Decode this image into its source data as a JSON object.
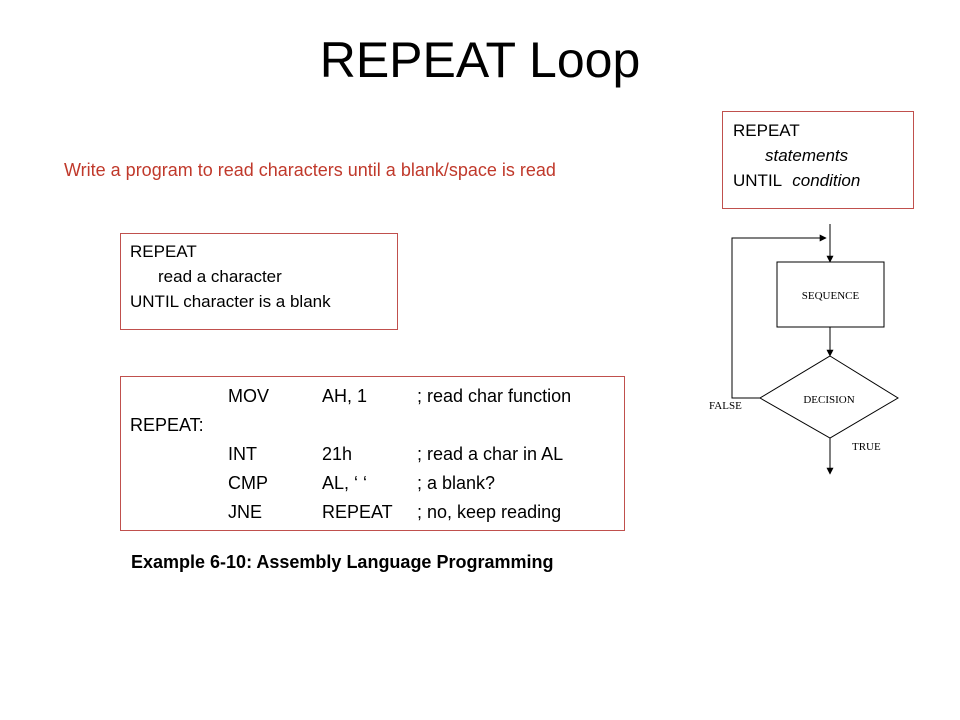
{
  "slide": {
    "title": "REPEAT Loop",
    "prompt": "Write a program to read characters until a blank/space is read",
    "syntax_box": {
      "line1": "REPEAT",
      "line2": "statements",
      "line3_kw": "UNTIL",
      "line3_cond": "condition"
    },
    "pseudo_box": {
      "line1": "REPEAT",
      "line2": "read a character",
      "line3": "UNTIL character is a blank"
    },
    "code": {
      "rows": [
        {
          "label": "",
          "op": "MOV",
          "arg": "AH, 1",
          "comment": "; read char function"
        },
        {
          "label": "REPEAT:",
          "op": "",
          "arg": "",
          "comment": ""
        },
        {
          "label": "",
          "op": "INT",
          "arg": "21h",
          "comment": "; read a char in AL"
        },
        {
          "label": "",
          "op": "CMP",
          "arg": "AL, ‘  ‘",
          "comment": "; a blank?"
        },
        {
          "label": "",
          "op": "JNE",
          "arg": "REPEAT",
          "comment": "; no, keep reading"
        }
      ]
    },
    "caption": "Example 6-10: Assembly Language Programming",
    "flowchart": {
      "sequence_label": "SEQUENCE",
      "decision_label": "DECISION",
      "false_label": "FALSE",
      "true_label": "TRUE"
    }
  },
  "colors": {
    "accent_red": "#c0392b",
    "box_border": "#c0504d"
  }
}
